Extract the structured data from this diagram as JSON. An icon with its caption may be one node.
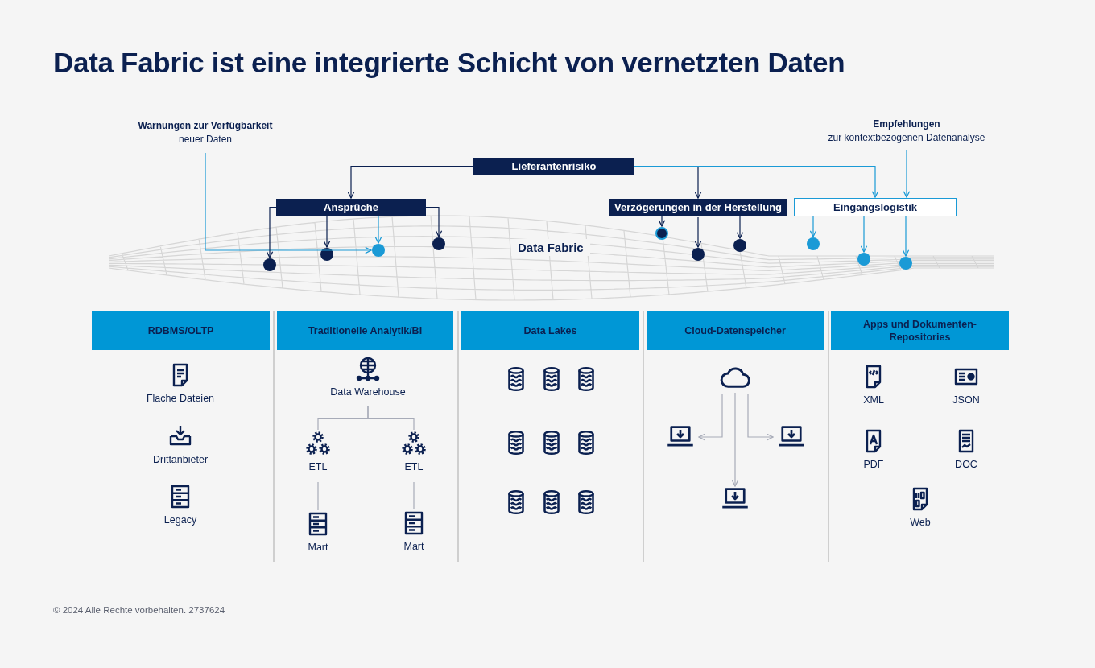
{
  "diagram": {
    "title": "Data Fabric ist eine integrierte Schicht von vernetzten Daten",
    "nodes": [
      {
        "text": [
          "Warnungen zur Verfügbarkeit",
          "neuer Daten"
        ]
      },
      {
        "text": [
          "Empfehlungen",
          "zur kontextbezogenen Datenanalyse"
        ]
      },
      {
        "text": [
          "Lieferantenrisiko"
        ]
      },
      {
        "text": [
          "Ansprüche"
        ]
      },
      {
        "text": [
          "Verzögerungen in der Herstellung"
        ]
      },
      {
        "text": [
          "Eingangslogistik"
        ]
      },
      {
        "text": [
          "Data Fabric"
        ]
      },
      {
        "text": [],
        "shape": "circle",
        "in": 6
      },
      {
        "text": [],
        "shape": "circle",
        "in": 6
      },
      {
        "text": [],
        "shape": "circle",
        "in": 6
      },
      {
        "text": [],
        "shape": "circle",
        "in": 6
      },
      {
        "text": [],
        "shape": "circle",
        "in": 6
      },
      {
        "text": [],
        "shape": "circle",
        "in": 6
      },
      {
        "text": [],
        "shape": "circle",
        "in": 6
      },
      {
        "text": [],
        "shape": "circle",
        "in": 6
      },
      {
        "text": [],
        "shape": "circle",
        "in": 6
      },
      {
        "text": [],
        "shape": "circle",
        "in": 6
      },
      {
        "text": [
          "RDBMS/OLTP"
        ]
      },
      {
        "text": [
          "Traditionelle Analytik/BI"
        ]
      },
      {
        "text": [
          "Data Lakes"
        ]
      },
      {
        "text": [
          "Cloud-Datenspeicher"
        ]
      },
      {
        "text": [
          "Apps und Dokumenten-Repositories"
        ]
      },
      {
        "text": [
          "Flache Dateien"
        ]
      },
      {
        "text": [
          "Drittanbieter"
        ]
      },
      {
        "text": [
          "Legacy"
        ]
      },
      {
        "text": [
          "Data Warehouse"
        ]
      },
      {
        "text": [
          "ETL"
        ]
      },
      {
        "text": [
          "ETL"
        ]
      },
      {
        "text": [
          "Mart"
        ]
      },
      {
        "text": [
          "Mart"
        ]
      },
      {
        "text": [],
        "shape": "cloud"
      },
      {
        "text": [],
        "shape": "laptop"
      },
      {
        "text": [],
        "shape": "laptop"
      },
      {
        "text": [],
        "shape": "laptop"
      },
      {
        "text": [
          "XML"
        ]
      },
      {
        "text": [
          "JSON"
        ]
      },
      {
        "text": [
          "PDF"
        ]
      },
      {
        "text": [
          "DOC"
        ]
      },
      {
        "text": [
          "Web"
        ]
      }
    ],
    "edges": [
      {
        "from": 0,
        "to": 9,
        "arrow": "to",
        "color": "#1a9ad6"
      },
      {
        "from": 1,
        "to": 5,
        "arrow": "to",
        "color": "#1a9ad6"
      },
      {
        "from": 2,
        "to": 3,
        "arrow": "to"
      },
      {
        "from": 2,
        "to": 4,
        "arrow": "to"
      },
      {
        "from": 2,
        "to": 5,
        "arrow": "to",
        "color": "#1a9ad6"
      },
      {
        "from": 3,
        "to": 7,
        "arrow": "to"
      },
      {
        "from": 3,
        "to": 8,
        "arrow": "to"
      },
      {
        "from": 3,
        "to": 9,
        "arrow": "to",
        "color": "#1a9ad6"
      },
      {
        "from": 3,
        "to": 10,
        "arrow": "to"
      },
      {
        "from": 4,
        "to": 11,
        "arrow": "to"
      },
      {
        "from": 4,
        "to": 12,
        "arrow": "to"
      },
      {
        "from": 4,
        "to": 13,
        "arrow": "to"
      },
      {
        "from": 5,
        "to": 14,
        "arrow": "to",
        "color": "#1a9ad6"
      },
      {
        "from": 5,
        "to": 15,
        "arrow": "to",
        "color": "#1a9ad6"
      },
      {
        "from": 5,
        "to": 16,
        "arrow": "to",
        "color": "#1a9ad6"
      },
      {
        "from": 25,
        "to": 26,
        "arrow": "none",
        "color": "#a7abb8"
      },
      {
        "from": 25,
        "to": 27,
        "arrow": "none",
        "color": "#a7abb8"
      },
      {
        "from": 26,
        "to": 28,
        "arrow": "none",
        "color": "#a7abb8"
      },
      {
        "from": 27,
        "to": 29,
        "arrow": "none",
        "color": "#a7abb8"
      },
      {
        "from": 30,
        "to": 31,
        "arrow": "to",
        "color": "#a7abb8"
      },
      {
        "from": 30,
        "to": 32,
        "arrow": "to",
        "color": "#a7abb8"
      },
      {
        "from": 30,
        "to": 33,
        "arrow": "to",
        "color": "#a7abb8"
      }
    ],
    "labels": [
      "© 2024 Alle Rechte vorbehalten. 2737624"
    ]
  }
}
